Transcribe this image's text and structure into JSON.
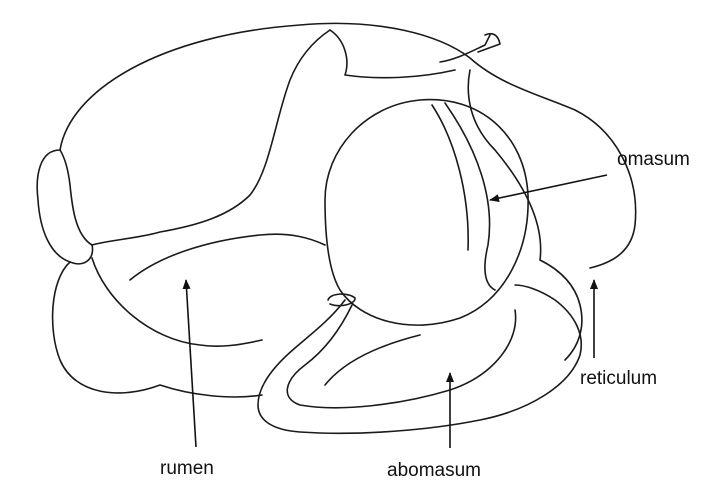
{
  "diagram": {
    "labels": {
      "omasum": "omasum",
      "rumen": "rumen",
      "abomasum": "abomasum",
      "reticulum": "reticulum"
    }
  }
}
